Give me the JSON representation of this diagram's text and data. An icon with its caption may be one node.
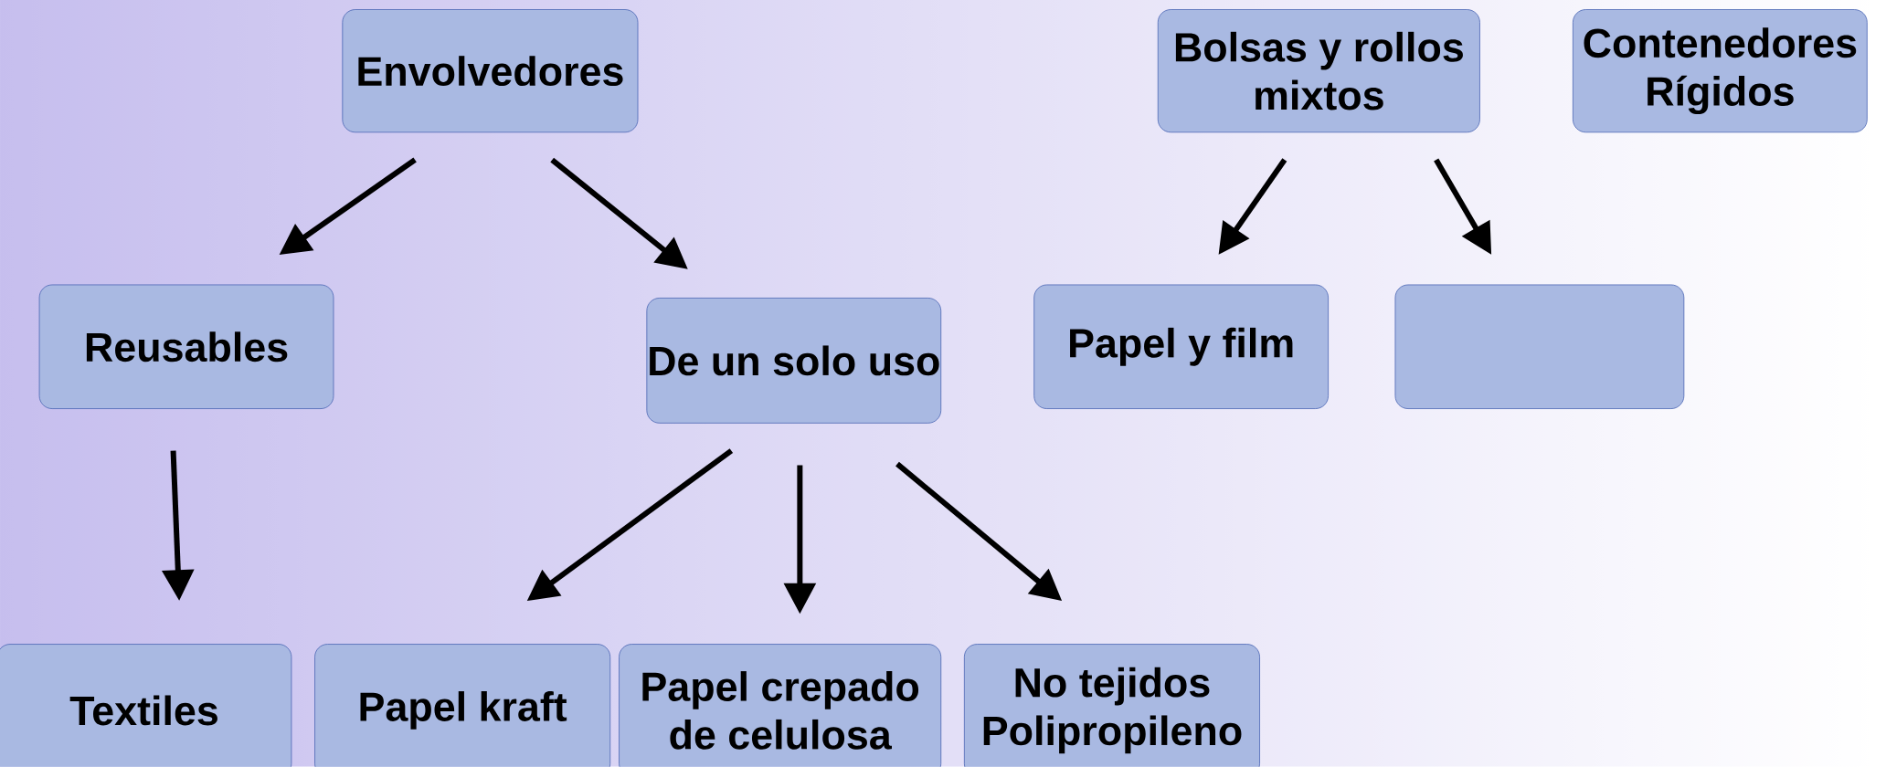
{
  "diagram": {
    "nodes": [
      {
        "text": [
          "Envolvedores"
        ]
      },
      {
        "text": [
          "Bolsas y rollos mixtos"
        ]
      },
      {
        "text": [
          "Contenedores Rígidos"
        ]
      },
      {
        "text": [
          "Reusables"
        ]
      },
      {
        "text": [
          "De un solo uso"
        ]
      },
      {
        "text": [
          "Papel y film"
        ]
      },
      {
        "text": [],
        "shape": "box"
      },
      {
        "text": [
          "Textiles"
        ]
      },
      {
        "text": [
          "Papel kraft"
        ]
      },
      {
        "text": [
          "Papel crepado de celulosa"
        ]
      },
      {
        "text": [
          "No tejidos Polipropileno"
        ]
      }
    ],
    "edges": [
      {
        "from": 0,
        "to": 3,
        "arrow": "to"
      },
      {
        "from": 0,
        "to": 4,
        "arrow": "to"
      },
      {
        "from": 1,
        "to": 5,
        "arrow": "to"
      },
      {
        "from": 1,
        "to": 6,
        "arrow": "to"
      },
      {
        "from": 3,
        "to": 7,
        "arrow": "to"
      },
      {
        "from": 4,
        "to": 8,
        "arrow": "to"
      },
      {
        "from": 4,
        "to": 9,
        "arrow": "to"
      },
      {
        "from": 4,
        "to": 10,
        "arrow": "to"
      }
    ]
  }
}
